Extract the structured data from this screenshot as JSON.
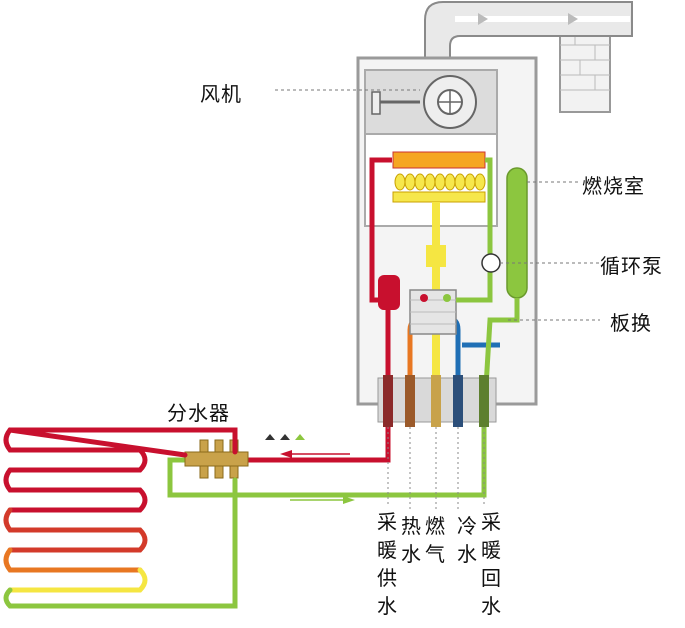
{
  "labels": {
    "fan": "风机",
    "combustion_chamber": "燃烧室",
    "circulation_pump": "循环泵",
    "plate_exchanger": "板换",
    "manifold": "分水器"
  },
  "pipe_labels": {
    "heating_supply": "采暖供水",
    "hot_water": "热水",
    "gas": "燃气",
    "cold_water": "冷水",
    "heating_return": "采暖回水"
  },
  "colors": {
    "supply_red": "#c8102e",
    "hot_orange": "#e87722",
    "gas_yellow": "#f5e642",
    "cold_blue": "#1f6fb5",
    "return_green": "#8cc63f",
    "casing_gray": "#9a9a9a"
  }
}
